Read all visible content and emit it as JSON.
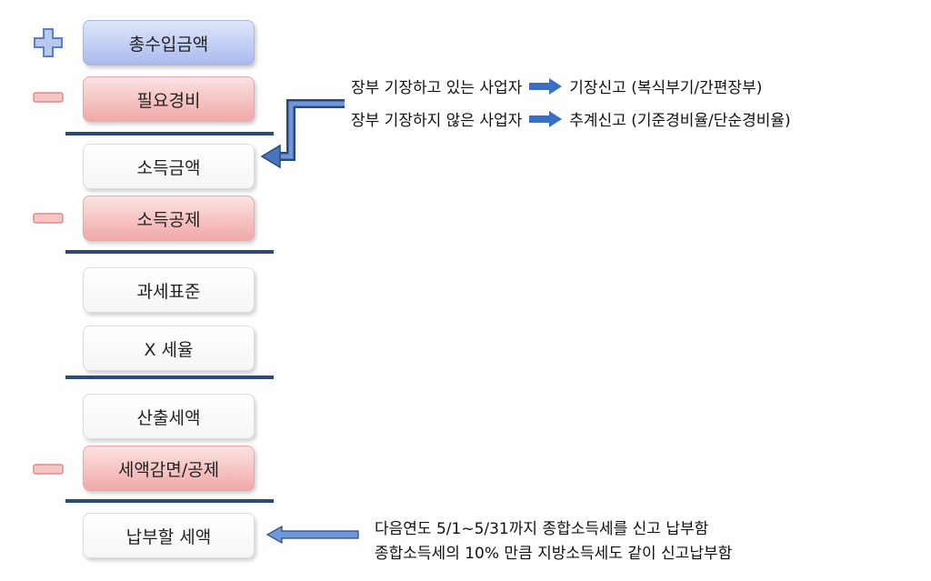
{
  "flow": [
    {
      "label": "총수입금액",
      "style": "blue",
      "sign": "plus-icon"
    },
    {
      "label": "필요경비",
      "style": "red",
      "sign": "minus-icon"
    },
    {
      "label": "소득금액",
      "style": "white",
      "sign": null
    },
    {
      "label": "소득공제",
      "style": "red",
      "sign": "minus-icon"
    },
    {
      "label": "과세표준",
      "style": "white",
      "sign": null
    },
    {
      "label": "X 세율",
      "style": "white",
      "sign": null
    },
    {
      "label": "산출세액",
      "style": "white",
      "sign": null
    },
    {
      "label": "세액감면/공제",
      "style": "red",
      "sign": "minus-icon"
    },
    {
      "label": "납부할 세액",
      "style": "white",
      "sign": null
    }
  ],
  "notes_expense": [
    {
      "who": "장부 기장하고 있는 사업자",
      "filing": "기장신고 (복식부기/간편장부)"
    },
    {
      "who": "장부 기장하지 않은 사업자",
      "filing": "추계신고 (기준경비율/단순경비율)"
    }
  ],
  "notes_payment": [
    "다음연도 5/1~5/31까지 종합소득세를 신고 납부함",
    "종합소득세의 10% 만큼 지방소득세도 같이 신고납부함"
  ],
  "colors": {
    "line": "#2c4a78",
    "arrow": "#3b6fc4",
    "plus": "#6f8fd6",
    "minus": "#e9a0a0"
  }
}
